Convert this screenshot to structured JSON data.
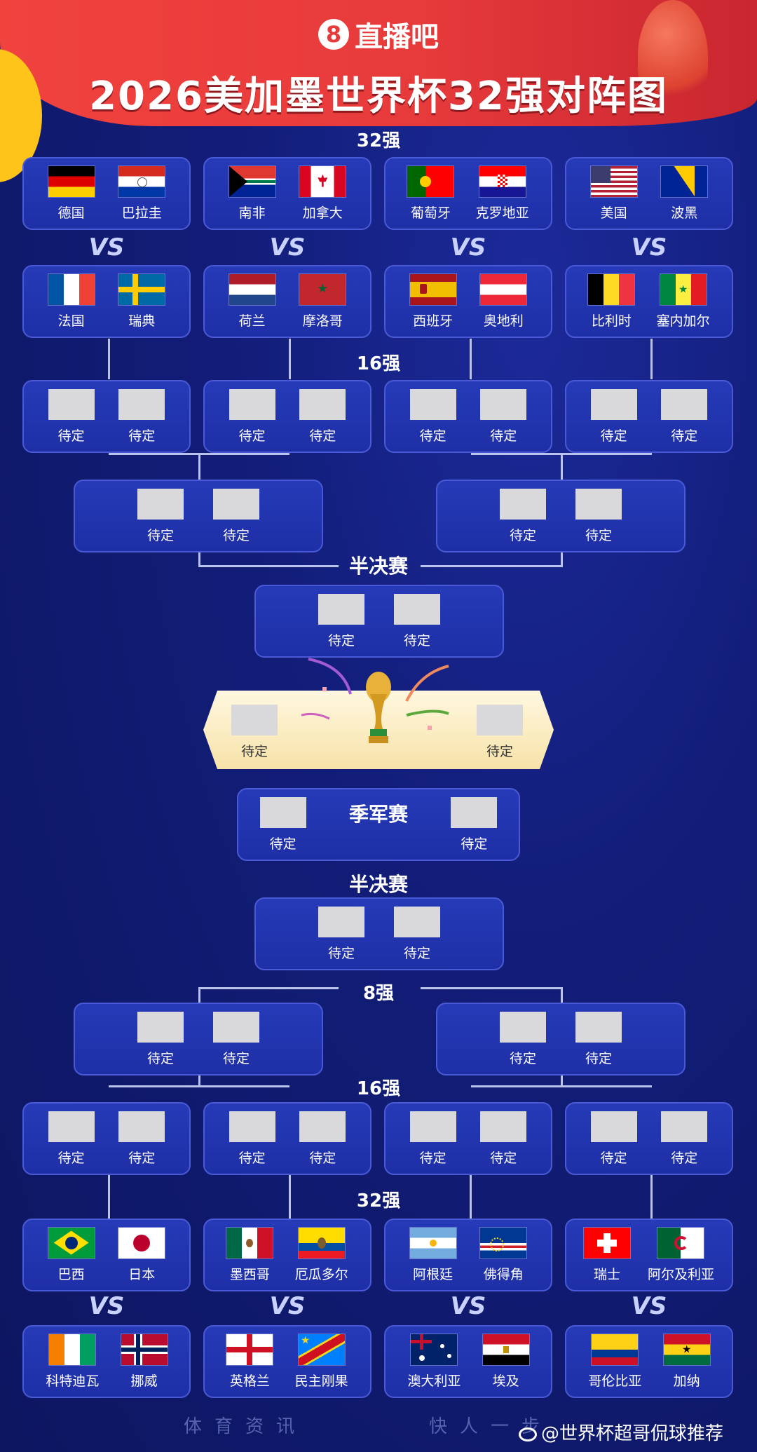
{
  "header": {
    "brand_logo": "8",
    "brand_name": "直播吧",
    "title": "2026美加墨世界杯32强对阵图"
  },
  "stages": {
    "r32": "32强",
    "r16": "16强",
    "sf": "半决赛",
    "qf": "8强",
    "third": "季军赛",
    "vs": "VS"
  },
  "tbd": "待定",
  "top": {
    "row1": [
      [
        "德国",
        "巴拉圭"
      ],
      [
        "南非",
        "加拿大"
      ],
      [
        "葡萄牙",
        "克罗地亚"
      ],
      [
        "美国",
        "波黑"
      ]
    ],
    "row2": [
      [
        "法国",
        "瑞典"
      ],
      [
        "荷兰",
        "摩洛哥"
      ],
      [
        "西班牙",
        "奥地利"
      ],
      [
        "比利时",
        "塞内加尔"
      ]
    ]
  },
  "bottom": {
    "row1": [
      [
        "巴西",
        "日本"
      ],
      [
        "墨西哥",
        "厄瓜多尔"
      ],
      [
        "阿根廷",
        "佛得角"
      ],
      [
        "瑞士",
        "阿尔及利亚"
      ]
    ],
    "row2": [
      [
        "科特迪瓦",
        "挪威"
      ],
      [
        "英格兰",
        "民主刚果"
      ],
      [
        "澳大利亚",
        "埃及"
      ],
      [
        "哥伦比亚",
        "加纳"
      ]
    ]
  },
  "footer": {
    "left": "体育资讯",
    "right": "快人一步",
    "weibo": "@世界杯超哥侃球推荐"
  }
}
